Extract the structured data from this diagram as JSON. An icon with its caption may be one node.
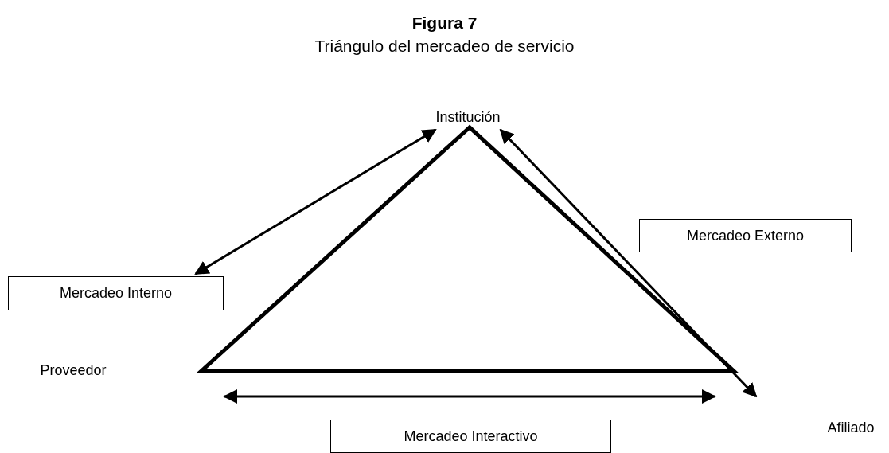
{
  "diagram": {
    "title": "Figura 7",
    "caption": "Triángulo del mercadeo de servicio",
    "nodes": [
      {
        "text": [
          "Institución"
        ]
      },
      {
        "text": [
          "Proveedor"
        ]
      },
      {
        "text": [
          "Afiliado"
        ]
      },
      {
        "text": [
          "Mercadeo Interno"
        ]
      },
      {
        "text": [
          "Mercadeo Externo"
        ]
      },
      {
        "text": [
          "Mercadeo Interactivo"
        ]
      }
    ],
    "edges": [
      {
        "from": 0,
        "to": 3,
        "arrow": "both"
      },
      {
        "from": 0,
        "to": null,
        "arrow": "both"
      }
    ]
  }
}
